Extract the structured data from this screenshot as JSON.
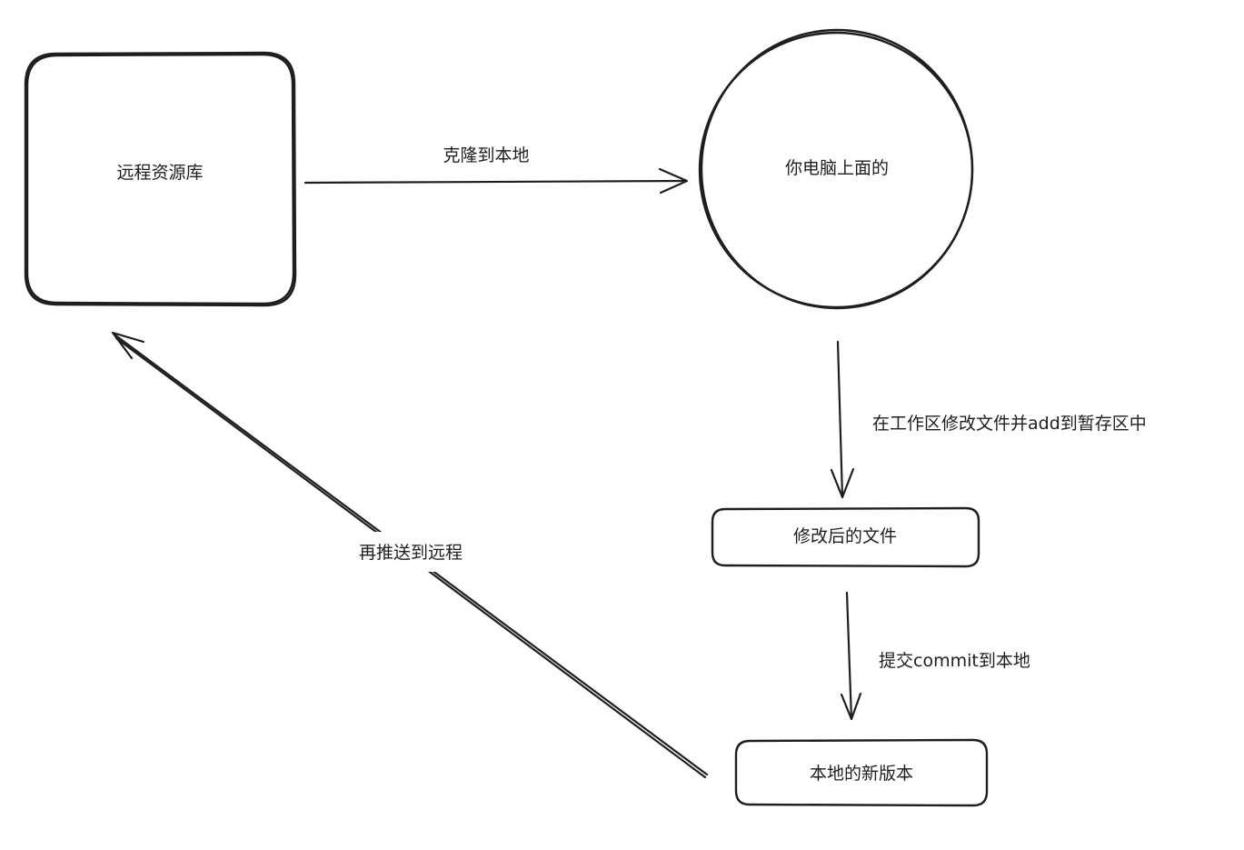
{
  "nodes": {
    "remote_repo": "远程资源库",
    "your_computer": "你电脑上面的",
    "modified_files": "修改后的文件",
    "local_new_version": "本地的新版本"
  },
  "edges": {
    "clone_to_local": "克隆到本地",
    "modify_and_add": "在工作区修改文件并add到暂存区中",
    "commit_to_local": "提交commit到本地",
    "push_to_remote": "再推送到远程"
  },
  "colors": {
    "stroke": "#1e1e1e",
    "background": "#ffffff"
  }
}
